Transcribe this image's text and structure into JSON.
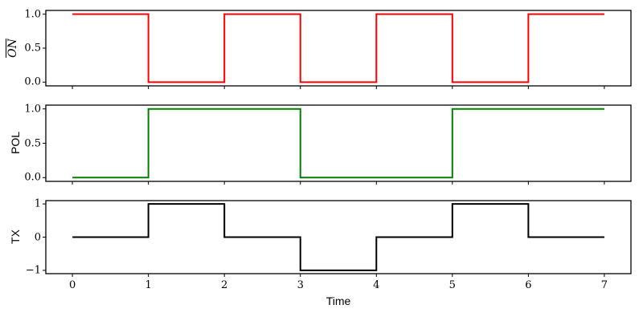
{
  "figure": {
    "background": "#ffffff",
    "spine_color": "#000000",
    "text_color": "#000000"
  },
  "chart_data": {
    "type": "line",
    "style": "step-post",
    "grid": false,
    "xlabel": "Time",
    "xlim": [
      -0.35,
      7.35
    ],
    "x_breakpoints": [
      0,
      1,
      2,
      3,
      4,
      5,
      6,
      7
    ],
    "x_tick_labels": [
      "0",
      "1",
      "2",
      "3",
      "4",
      "5",
      "6",
      "7"
    ],
    "subplots": [
      {
        "name": "on-bar",
        "ylabel": "ON",
        "ylabel_overline": true,
        "ylabel_italic": true,
        "color": "#ff0000",
        "step_values": [
          1,
          0,
          1,
          0,
          1,
          0,
          1
        ],
        "yticks": [
          0.0,
          0.5,
          1.0
        ],
        "ytick_labels": [
          "0.0",
          "0.5",
          "1.0"
        ],
        "ylim": [
          -0.055,
          1.055
        ]
      },
      {
        "name": "pol",
        "ylabel": "POL",
        "ylabel_overline": false,
        "ylabel_italic": false,
        "color": "#008000",
        "step_values": [
          0,
          1,
          1,
          0,
          0,
          1,
          1
        ],
        "yticks": [
          0.0,
          0.5,
          1.0
        ],
        "ytick_labels": [
          "0.0",
          "0.5",
          "1.0"
        ],
        "ylim": [
          -0.055,
          1.055
        ]
      },
      {
        "name": "tx",
        "ylabel": "TX",
        "ylabel_overline": false,
        "ylabel_italic": false,
        "color": "#000000",
        "step_values": [
          0,
          1,
          0,
          -1,
          0,
          1,
          0
        ],
        "yticks": [
          -1,
          0,
          1
        ],
        "ytick_labels": [
          "−1",
          "0",
          "1"
        ],
        "ylim": [
          -1.1,
          1.1
        ]
      }
    ]
  }
}
